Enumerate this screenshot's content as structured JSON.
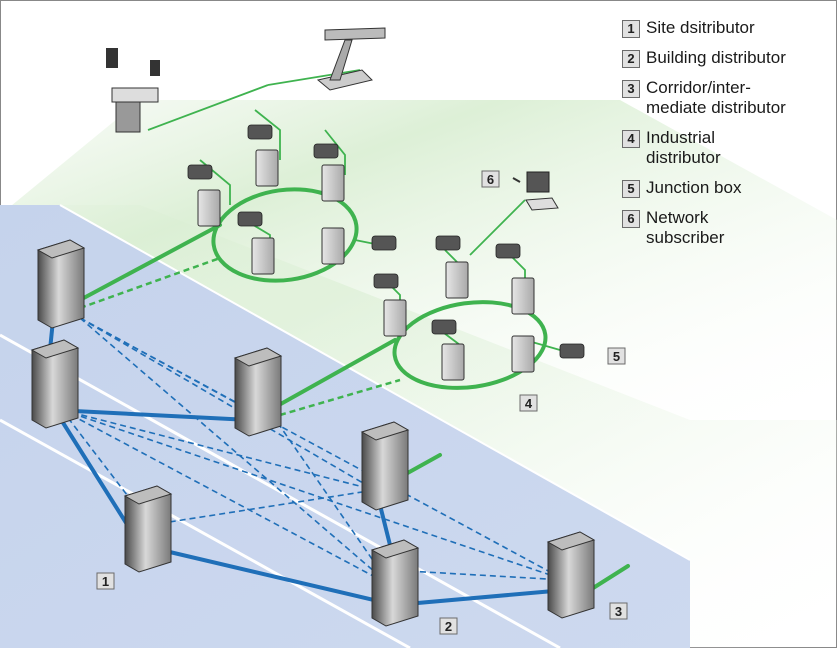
{
  "legend": {
    "items": [
      {
        "number": "1",
        "label": "Site dsitributor"
      },
      {
        "number": "2",
        "label": "Building distributor"
      },
      {
        "number": "3",
        "label": "Corridor/inter-\nmediate distributor"
      },
      {
        "number": "4",
        "label": "Industrial\ndistributor"
      },
      {
        "number": "5",
        "label": "Junction box"
      },
      {
        "number": "6",
        "label": "Network\nsubscriber"
      }
    ]
  },
  "callouts": {
    "site": "1",
    "building": "2",
    "corridor": "3",
    "industrial": "4",
    "junction": "5",
    "subscriber": "6"
  },
  "colors": {
    "backbone": "#1f6fb8",
    "plant": "#3fb34f",
    "floor_blue": "#c7d4ec",
    "floor_green": "#e1f0dc"
  }
}
